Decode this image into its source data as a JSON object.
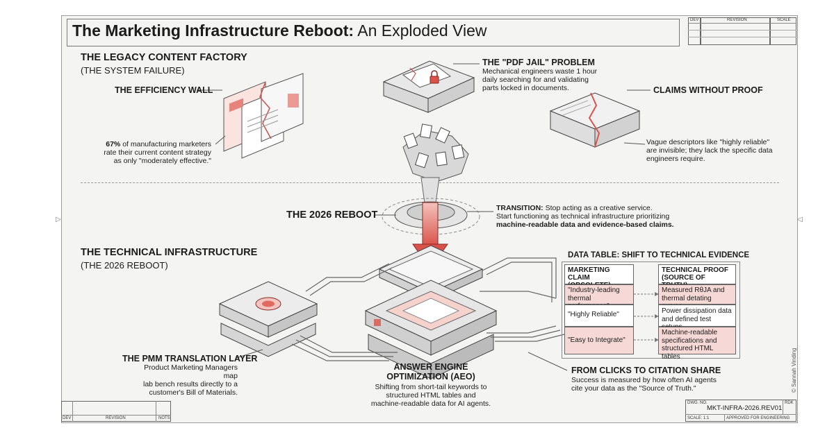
{
  "title": {
    "bold": "The Marketing Infrastructure Reboot:",
    "normal": "An Exploded View"
  },
  "revision_block_top": {
    "col1": "DEV",
    "col2": "REVISION",
    "col3": "SCALE"
  },
  "revision_block_bottom": {
    "col1": "DEV",
    "col2": "REVISION",
    "col3": "NOTS"
  },
  "legacy": {
    "heading": "THE LEGACY CONTENT FACTORY",
    "subheading": "(THE SYSTEM FAILURE)",
    "efficiency_wall": "THE EFFICIENCY WALL",
    "stat_bold": "67%",
    "stat_rest_1": "of manufacturing marketers",
    "stat_rest_2": "rate their current content strategy",
    "stat_rest_3": "as only \"moderately effective.\""
  },
  "pdf_jail": {
    "heading": "THE \"PDF JAIL\" PROBLEM",
    "line1": "Mechanical engineers waste 1 hour",
    "line2": "daily searching for and validating",
    "line3": "parts locked in documents."
  },
  "claims": {
    "heading": "CLAIMS WITHOUT PROOF",
    "line1": "Vague descriptors like \"highly reliable\"",
    "line2": "are invisible; they lack the specific data",
    "line3": "engineers require."
  },
  "reboot": {
    "label": "THE 2026 REBOOT",
    "transition_bold": "TRANSITION:",
    "transition_1": "Stop acting as a creative service.",
    "transition_2": "Start functioning as technical infrastructure prioritizing",
    "transition_3": "machine-readable data and evidence-based claims."
  },
  "technical": {
    "heading": "THE TECHNICAL INFRASTRUCTURE",
    "subheading": "(THE 2026 REBOOT)"
  },
  "pmm": {
    "heading": "THE PMM TRANSLATION LAYER",
    "line1": "Product Marketing Managers map",
    "line2": "lab bench results directly to a",
    "line3": "customer's Bill of Materials."
  },
  "aeo": {
    "heading1": "ANSWER ENGINE",
    "heading2": "OPTIMIZATION (AEO)",
    "line1": "Shifting from short-tail keywords to",
    "line2": "structured HTML tables and",
    "line3": "machine-readable data for AI agents."
  },
  "data_table": {
    "title": "DATA TABLE: SHIFT TO TECHNICAL EVIDENCE",
    "col1_header_1": "MARKETING CLAIM",
    "col1_header_2": "(OBSOLETE)",
    "col2_header_1": "TECHNICAL PROOF",
    "col2_header_2": "(SOURCE OF TRUTH)",
    "rows": [
      {
        "claim_1": "\"Industry-leading",
        "claim_2": "thermal performance\"",
        "proof_1": "Measured RθJA and",
        "proof_2": "thermal detating curves",
        "proof_3": ""
      },
      {
        "claim_1": "\"Highly Reliable\"",
        "claim_2": "",
        "proof_1": "Power dissipation data",
        "proof_2": "and defined test setups",
        "proof_3": ""
      },
      {
        "claim_1": "\"Easy to Integrate\"",
        "claim_2": "",
        "proof_1": "Machine-readable",
        "proof_2": "specifications and",
        "proof_3": "structured HTML tables"
      }
    ]
  },
  "citation": {
    "heading": "FROM CLICKS TO CITATION SHARE",
    "line1": "Success is measured by how often AI agents",
    "line2": "cite your data as the \"Source of Truth.\""
  },
  "title_block": {
    "dwg_label": "DWG. NO.",
    "dwg_no": "MKT-INFRA-2026.REV01",
    "rdk": "RDK",
    "scale": "SCALE: 1:1",
    "approved": "APPROVED FOR ENGINEERING"
  },
  "credit": "© Sannah Vinding",
  "colors": {
    "accent": "#e06a62",
    "accent_light": "#f6d9d6",
    "line": "#555555",
    "sheet": "#f4f4f2"
  }
}
